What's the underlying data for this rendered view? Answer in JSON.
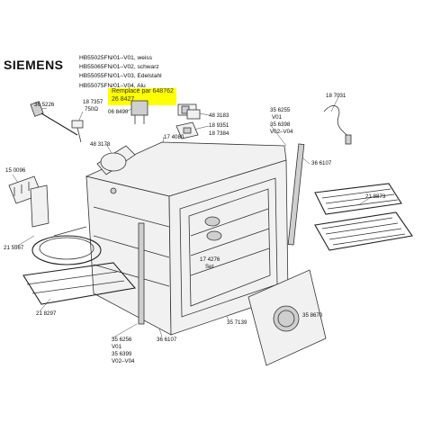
{
  "header": {
    "brand": "SIEMENS",
    "models": [
      "HB55025FN/01–V01, weiss",
      "HB55065FN/01–V02, schwarz",
      "HB55055FN/01–V03, Edelstahl",
      "HB55075FN/01–V04, Alu"
    ]
  },
  "replacement": {
    "line1": "Remplacé par 648762",
    "line2": "26 8427"
  },
  "parts": {
    "p365226": "36 5226",
    "p187357": "18 7357",
    "p750": "750Ω",
    "p068490": "06 8490",
    "p483183": "48 3183",
    "p189351": "18 9351",
    "p187384": "18 7384",
    "p356255": "35 6255",
    "p356255_v01": "V01",
    "p356398": "35 6398",
    "p356398_v": "V02–V04",
    "p187031": "18 7031",
    "p174080": "17 4080",
    "p483178": "48 3178",
    "p366107a": "36 6107",
    "p150096": "15 0096",
    "p218873": "21 8873",
    "p215567": "21 5567",
    "p174276": "17 4276",
    "p174276_set": "Set",
    "p218297": "21 8297",
    "p356256": "35 6256",
    "p356256_v01": "V01",
    "p356399": "35 6399",
    "p356399_v": "V02–V04",
    "p366107b": "36 6107",
    "p357139": "35  7139",
    "p358670": "35 8670"
  },
  "colors": {
    "highlight": "#ffff00",
    "line": "#333333"
  }
}
